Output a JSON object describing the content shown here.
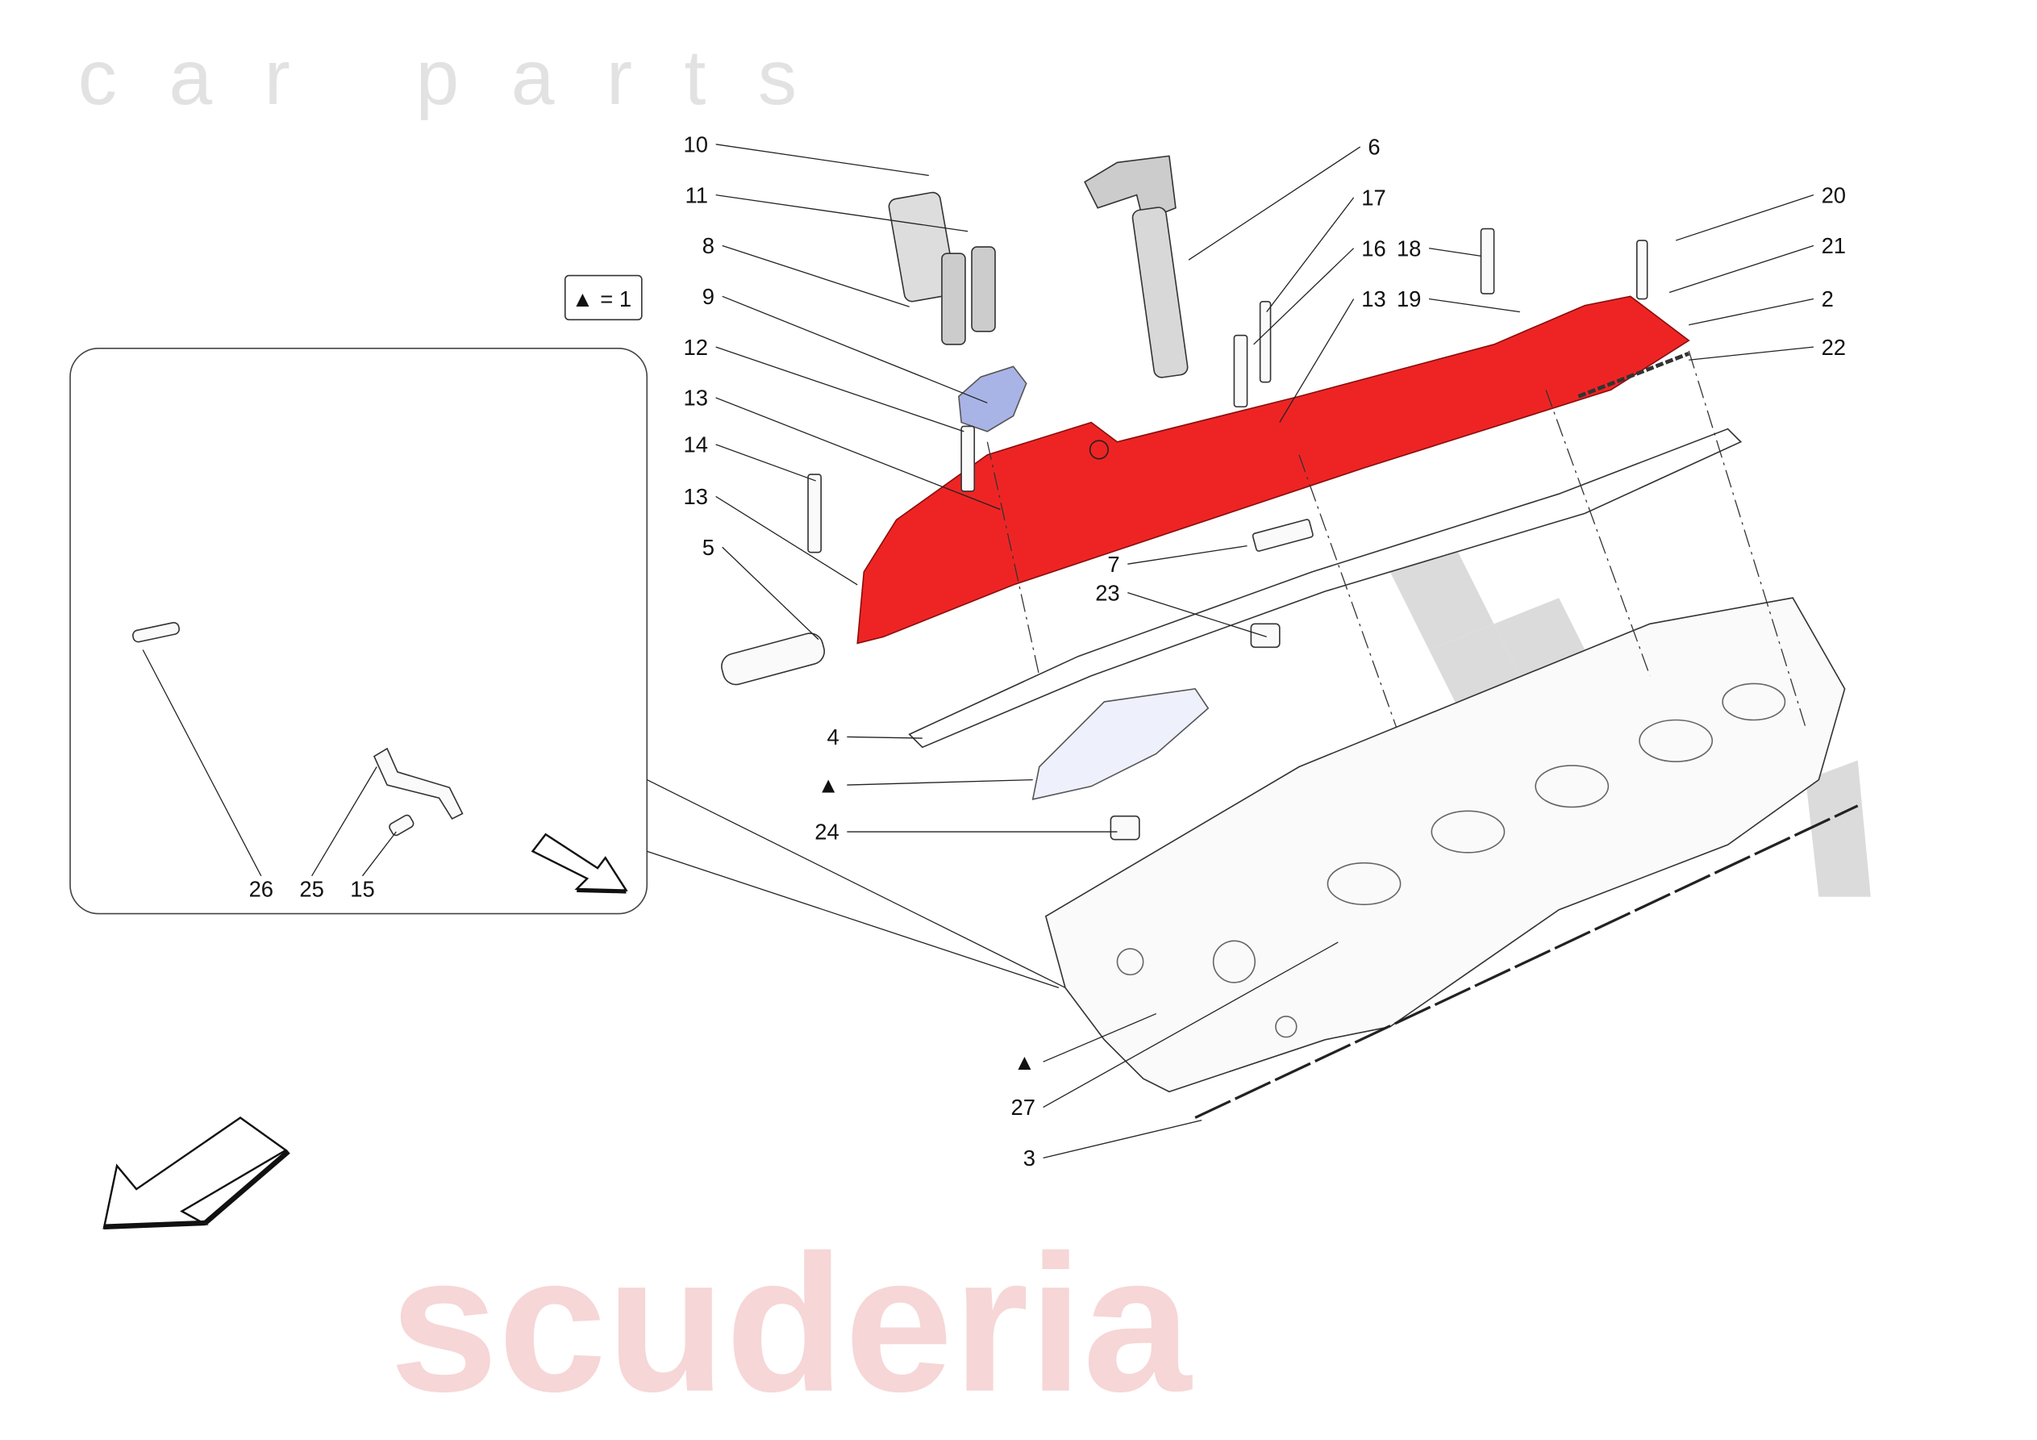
{
  "legend": {
    "symbol": "▲",
    "text": "= 1"
  },
  "watermark": {
    "brand": "scuderia",
    "sub": "car parts"
  },
  "callouts": [
    "10",
    "11",
    "8",
    "9",
    "12",
    "13",
    "14",
    "13",
    "5",
    "6",
    "17",
    "16",
    "13",
    "18",
    "19",
    "20",
    "21",
    "2",
    "22",
    "7",
    "23",
    "4",
    "▲",
    "24",
    "27",
    "▲",
    "3",
    "26",
    "25",
    "15"
  ],
  "colors": {
    "highlight_part": "#ee2424",
    "seal_part": "#a9b4e6",
    "outline": "#333333"
  },
  "icons": [
    "direction-arrow-icon",
    "inset-direction-arrow-icon"
  ]
}
